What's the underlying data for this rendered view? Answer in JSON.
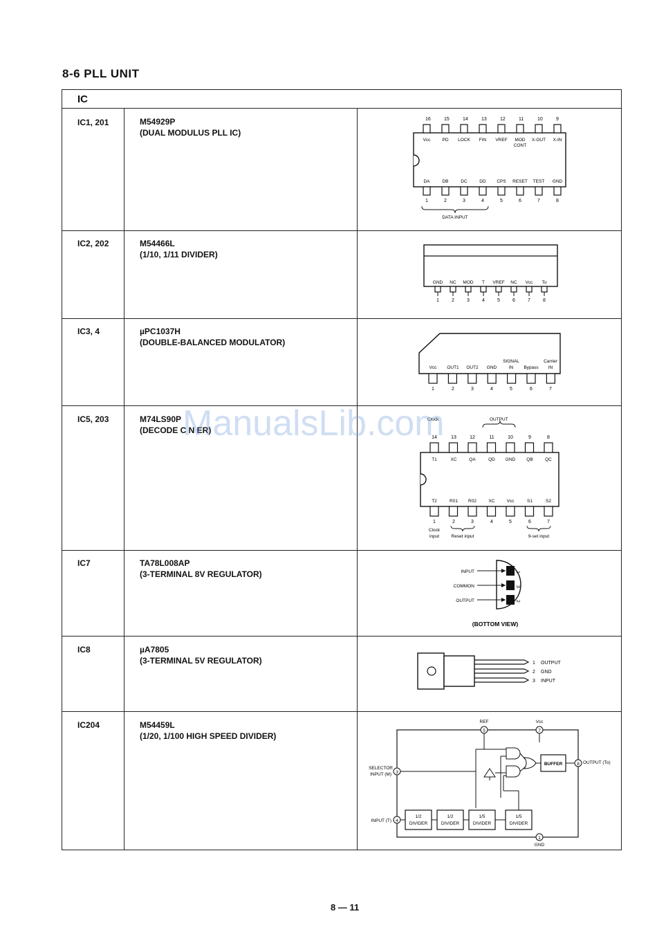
{
  "section_title": "8-6 PLL UNIT",
  "table_header": "IC",
  "rows": [
    {
      "ref": "IC1, 201",
      "part": "M54929P",
      "desc": "(DUAL MODULUS PLL IC)"
    },
    {
      "ref": "IC2, 202",
      "part": "M54466L",
      "desc": "(1/10, 1/11 DIVIDER)"
    },
    {
      "ref": "IC3, 4",
      "part": "µPC1037H",
      "desc": "(DOUBLE-BALANCED MODULATOR)"
    },
    {
      "ref": "IC5, 203",
      "part": "M74LS90P",
      "desc": "(DECODE C    N   ER)"
    },
    {
      "ref": "IC7",
      "part": "TA78L008AP",
      "desc": "(3-TERMINAL 8V REGULATOR)"
    },
    {
      "ref": "IC8",
      "part": "µA7805",
      "desc": "(3-TERMINAL 5V REGULATOR)"
    },
    {
      "ref": "IC204",
      "part": "M54459L",
      "desc": "(1/20, 1/100 HIGH SPEED DIVIDER)"
    }
  ],
  "ic1": {
    "top_nums": [
      "16",
      "15",
      "14",
      "13",
      "12",
      "11",
      "10",
      "9"
    ],
    "top_labels": [
      "Vcc",
      "PD",
      "LOCK",
      "FIN",
      "VREF",
      "MOD",
      "X-OUT",
      "X-IN"
    ],
    "mod_sub": "CONT",
    "bot_labels": [
      "DA",
      "DB",
      "DC",
      "DD",
      "CPS",
      "RESET",
      "TEST",
      "GND"
    ],
    "bot_nums": [
      "1",
      "2",
      "3",
      "4",
      "5",
      "6",
      "7",
      "8"
    ],
    "group_label": "DATA INPUT"
  },
  "ic2": {
    "labels": [
      "GND",
      "NC",
      "MOD",
      "T",
      "VREF",
      "NC",
      "Vcc",
      "To"
    ],
    "nums": [
      "1",
      "2",
      "3",
      "4",
      "5",
      "6",
      "7",
      "8"
    ]
  },
  "ic3": {
    "labels": [
      "Vcc",
      "OUT1",
      "OUT2",
      "GND",
      "SIGNAL",
      "Bypass",
      "Carrier"
    ],
    "labels2": [
      "IN",
      "IN"
    ],
    "nums": [
      "1",
      "2",
      "3",
      "4",
      "5",
      "6",
      "7"
    ]
  },
  "ic5": {
    "clock_label": "Clock",
    "out_label": "OUTPUT",
    "top_nums": [
      "14",
      "13",
      "12",
      "11",
      "10",
      "9",
      "8"
    ],
    "top_labels": [
      "T1",
      "XC",
      "QA",
      "QD",
      "GND",
      "QB",
      "QC"
    ],
    "bot_labels": [
      "T2",
      "R01",
      "R02",
      "XC",
      "Vcc",
      "S1",
      "S2"
    ],
    "bot_nums": [
      "1",
      "2",
      "3",
      "4",
      "5",
      "6",
      "7"
    ],
    "clock_input": "Clock",
    "input_word": "input",
    "reset_input": "Reset input",
    "set_input": "9-set input"
  },
  "ic7": {
    "pins": [
      "INPUT",
      "COMMON",
      "OUTPUT"
    ],
    "pin_nums": [
      "1",
      "3",
      "2"
    ],
    "view": "(BOTTOM VIEW)"
  },
  "ic8": {
    "pins": [
      "OUTPUT",
      "GND",
      "INPUT"
    ],
    "nums": [
      "1",
      "2",
      "3"
    ]
  },
  "ic204": {
    "ref_label": "REF",
    "vcc_label": "Vcc",
    "pin5": "5",
    "pin7": "7",
    "pin8": "8",
    "pin3": "3",
    "pin4": "4",
    "pin1": "1",
    "buffer": "BUFFER",
    "output": "OUTPUT (To)",
    "selector": "SELECTOR",
    "selector2": "INPUT (M)",
    "input": "INPUT (T)",
    "gnd": "GND",
    "div_top": [
      "1/2",
      "1/2",
      "1/5",
      "1/5"
    ],
    "div_word": "DIVIDER"
  },
  "watermark": "ManualsLib.com",
  "page_number": "8 — 11"
}
